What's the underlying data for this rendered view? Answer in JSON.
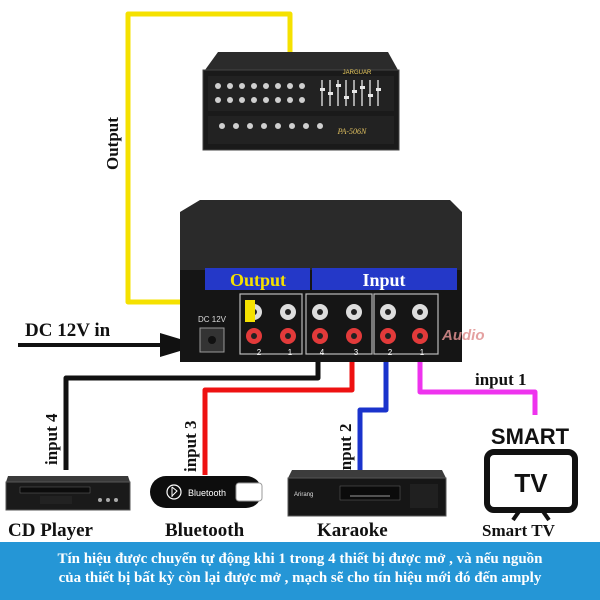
{
  "amplifier": {
    "brand": "JARGUAR",
    "model": "PA-506N"
  },
  "switcher": {
    "output_title": "Output",
    "input_title": "Input",
    "dc_label": "DC 12V",
    "port_numbers": [
      "2",
      "1",
      "4",
      "3",
      "2",
      "1"
    ],
    "watermark": "Audio"
  },
  "labels": {
    "output": "Output",
    "dc_in": "DC 12V in",
    "input1": "input 1",
    "input2": "input 2",
    "input3": "input 3",
    "input4": "input 4"
  },
  "devices": {
    "cd_player": "CD Player",
    "bluetooth": "Bluetooth",
    "bluetooth_logo_text": "Bluetooth",
    "karaoke": "Karaoke",
    "karaoke_brand": "Arirang",
    "smart_tv_word1": "SMART",
    "smart_tv_word2": "TV",
    "smart_tv_label": "Smart TV"
  },
  "caption": {
    "line1": "Tín hiệu được chuyển tự động khi 1 trong 4 thiết bị được mở , và nếu nguồn",
    "line2": "của thiết bị bất kỳ còn lại  được mở , mạch sẽ cho tín hiệu mới đó đến amply"
  },
  "colors": {
    "output_cable": "#f5e100",
    "input1_cable": "#ee33ee",
    "input2_cable": "#1a33cc",
    "input3_cable": "#ee1111",
    "input4_cable": "#111111",
    "caption_bg": "#2596d6",
    "panel_label_bg": "#2438c8"
  }
}
